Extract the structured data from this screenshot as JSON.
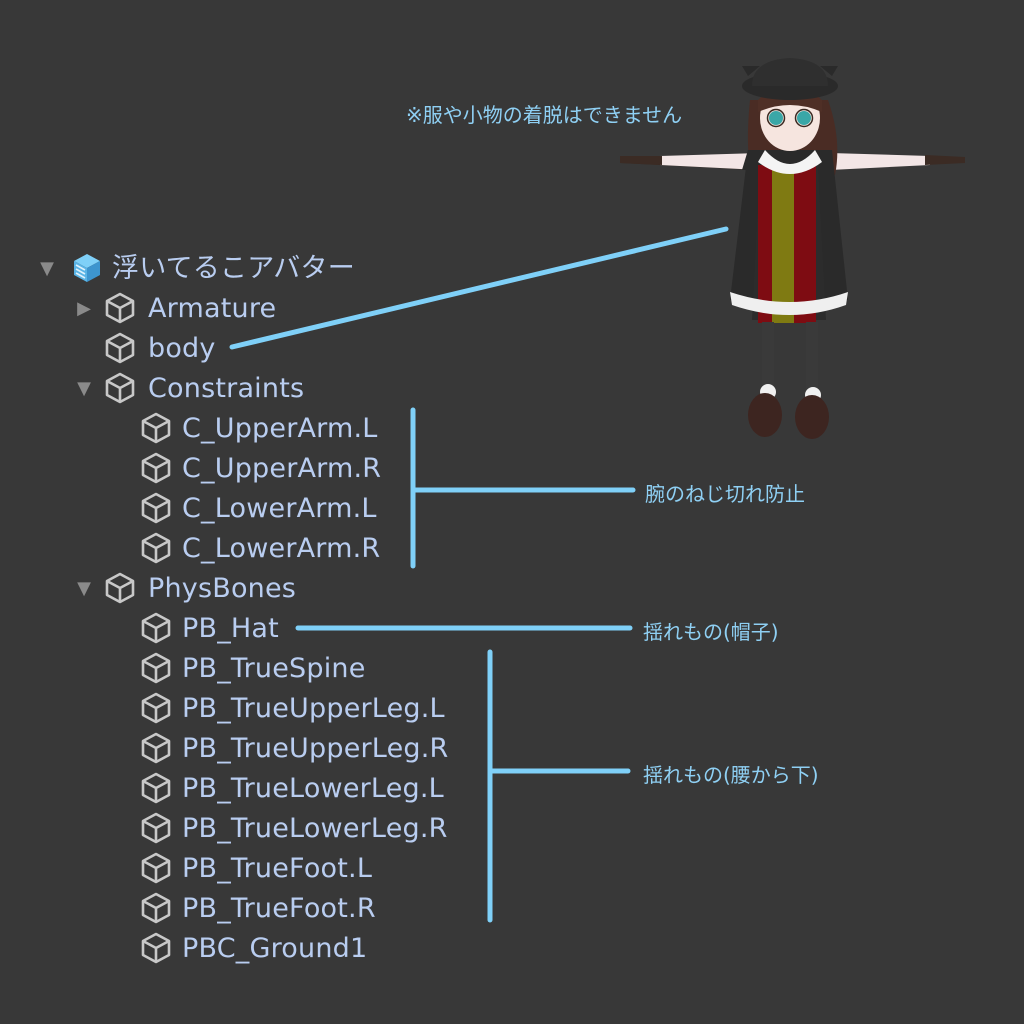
{
  "hierarchy": {
    "root": {
      "label": "浮いてるこアバター"
    },
    "items": [
      {
        "label": "Armature"
      },
      {
        "label": "body"
      },
      {
        "label": "Constraints"
      },
      {
        "label": "C_UpperArm.L"
      },
      {
        "label": "C_UpperArm.R"
      },
      {
        "label": "C_LowerArm.L"
      },
      {
        "label": "C_LowerArm.R"
      },
      {
        "label": "PhysBones"
      },
      {
        "label": "PB_Hat"
      },
      {
        "label": "PB_TrueSpine"
      },
      {
        "label": "PB_TrueUpperLeg.L"
      },
      {
        "label": "PB_TrueUpperLeg.R"
      },
      {
        "label": "PB_TrueLowerLeg.L"
      },
      {
        "label": "PB_TrueLowerLeg.R"
      },
      {
        "label": "PB_TrueFoot.L"
      },
      {
        "label": "PB_TrueFoot.R"
      },
      {
        "label": "PBC_Ground1"
      }
    ]
  },
  "annotations": {
    "clothes_note": "※服や小物の着脱はできません",
    "arm_twist": "腕のねじ切れ防止",
    "hat_sway": "揺れもの(帽子)",
    "lower_sway": "揺れもの(腰から下)"
  },
  "colors": {
    "background": "#383838",
    "text": "#b9cdf0",
    "annotation": "#8fd0f4",
    "connector": "#7fd0f8"
  },
  "icons": {
    "expand": "triangle-down-icon",
    "collapsed": "triangle-right-icon",
    "object": "cube-outline-icon",
    "prefab": "prefab-cube-icon"
  }
}
